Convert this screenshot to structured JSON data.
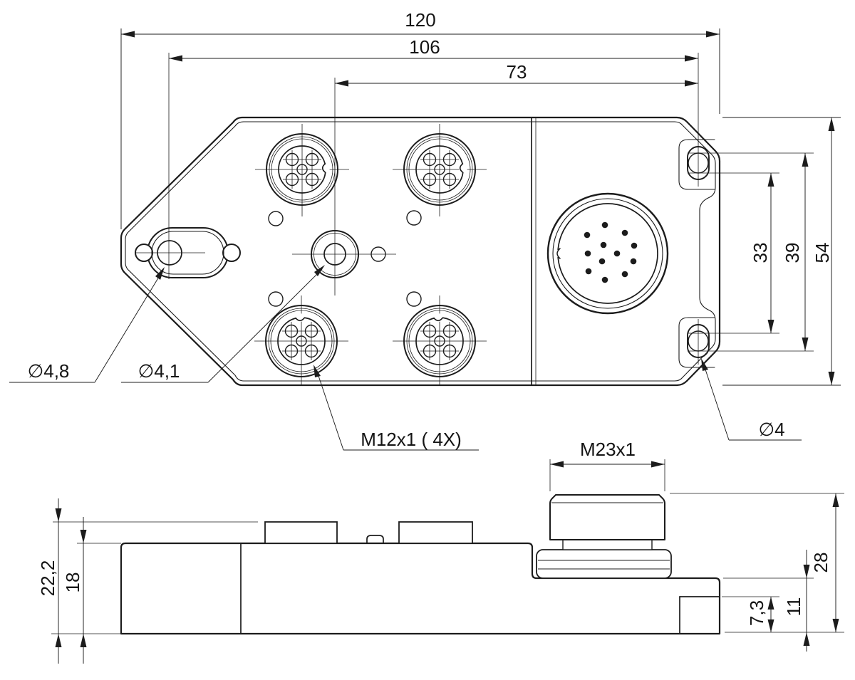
{
  "drawing": {
    "colors": {
      "line": "#1c1c1c",
      "background": "#ffffff"
    },
    "top_view": {
      "dims": {
        "overall_width": "120",
        "slot_to_holes": "106",
        "center_to_holes": "73",
        "holes_inner_span": "33",
        "holes_span": "39",
        "overall_height": "54"
      },
      "labels": {
        "slot_hole_dia": "∅4,8",
        "center_hole_dia": "∅4,1",
        "m12_ports": "M12x1  ( 4X)",
        "mount_hole_dia": "∅4"
      }
    },
    "side_view": {
      "dims": {
        "height_incl_ports": "22,2",
        "body_height": "18",
        "connector_total_height": "28",
        "foot_height": "11",
        "step_height": "7,3"
      },
      "labels": {
        "m23_thread": "M23x1"
      }
    }
  }
}
